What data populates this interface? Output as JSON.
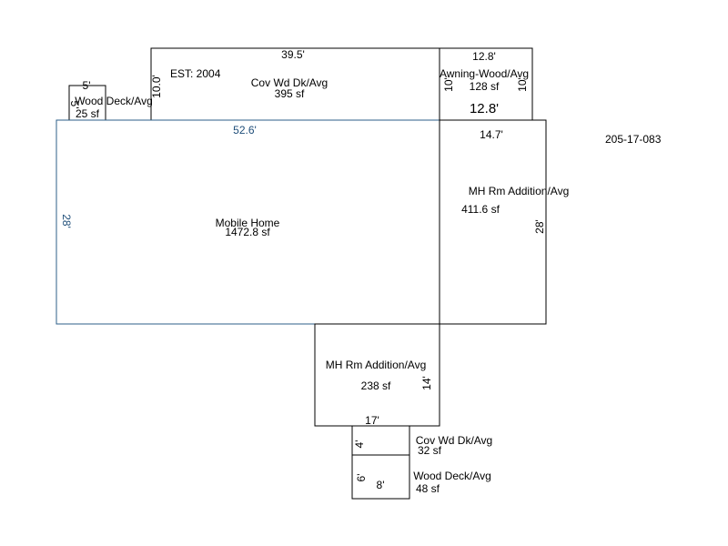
{
  "parcel_id": "205-17-083",
  "colors": {
    "outline": "#000000",
    "main_outline": "#2c5f8a",
    "main_label": "#1f4e79"
  },
  "areas": {
    "mobile_home": {
      "label": "Mobile Home",
      "area": "1472.8 sf",
      "dim_top": "52.6'",
      "dim_side": "28'"
    },
    "cov_deck_top": {
      "label": "Cov Wd Dk/Avg",
      "area": "395 sf",
      "dim_top": "39.5'",
      "dim_side": "10.0'",
      "note": "EST: 2004"
    },
    "awning": {
      "label": "Awning-Wood/Avg",
      "area": "128 sf",
      "dim_top": "12.8'",
      "dim_bottom": "12.8'",
      "dim_left": "10'",
      "dim_right": "10'"
    },
    "wood_deck_small": {
      "label": "Wood Deck/Avg",
      "area": "25 sf",
      "dim_top": "5'",
      "dim_side": "5'"
    },
    "mh_addition_right": {
      "label": "MH Rm Addition/Avg",
      "area": "411.6 sf",
      "dim_top": "14.7'",
      "dim_side": "28'"
    },
    "mh_addition_bottom": {
      "label": "MH Rm Addition/Avg",
      "area": "238 sf",
      "dim_side": "14'",
      "dim_bottom": "17'"
    },
    "cov_deck_bottom": {
      "label": "Cov Wd Dk/Avg",
      "area": "32 sf",
      "dim_side": "4'"
    },
    "wood_deck_bottom": {
      "label": "Wood Deck/Avg",
      "area": "48 sf",
      "dim_side": "6'",
      "dim_bottom": "8'"
    }
  }
}
